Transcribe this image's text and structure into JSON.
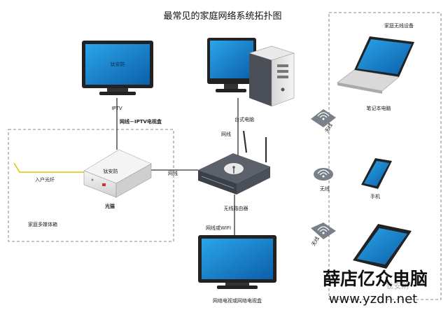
{
  "title": "最常见的家庭网络系统拓扑图",
  "devices": {
    "tv_top": {
      "screen_text": "钛安防",
      "label": "IPTV"
    },
    "desktop": {
      "label": "台式电脑"
    },
    "modem": {
      "face_text": "钛安防",
      "label": "光猫"
    },
    "router": {
      "label": "无线路由器"
    },
    "tv_bottom": {
      "label": "网络电视或网络电视盒"
    },
    "laptop": {
      "label": "笔记本电脑"
    },
    "phone": {
      "label": "手机"
    },
    "tablet": {
      "label": ""
    }
  },
  "links": {
    "iptv_box": "网线－IPTV电视盒",
    "desktop_link": "网线",
    "modem_router": "网线",
    "router_tv": "网线或WIFI",
    "fiber_in": "入户光纤"
  },
  "wireless": [
    "无线",
    "无线",
    "无线"
  ],
  "zones": {
    "wireless_zone": "家庭无线设备",
    "multimedia_zone": "家庭多媒体箱"
  },
  "watermark": {
    "brand": "薛店亿众电脑",
    "url": "www.yzdn.net",
    "faint": "钛安防"
  },
  "colors": {
    "screen": "#1a8fd6",
    "screen_dark": "#0c5fa8",
    "device": "#e8e8e8",
    "device_dark": "#4a4f58",
    "zone_border": "#666666",
    "fiber": "#d9c400"
  }
}
